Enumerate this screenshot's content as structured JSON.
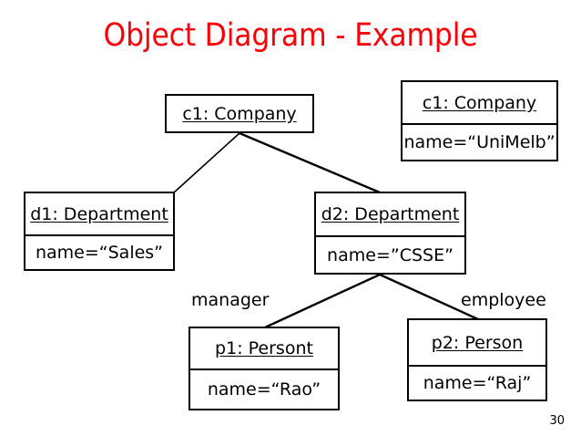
{
  "slide": {
    "title": "Object Diagram - Example",
    "title_color": "#fb0007",
    "number": "30",
    "background": "#ffffff",
    "line_color": "#000000"
  },
  "objects": {
    "c1_plain": {
      "instance": "c1: Company"
    },
    "c1_detail": {
      "instance": "c1: Company",
      "attribute": "name=“UniMelb”"
    },
    "d1": {
      "instance": "d1: Department",
      "attribute": "name=“Sales”"
    },
    "d2": {
      "instance": "d2: Department",
      "attribute": "name=”CSSE”"
    },
    "p1": {
      "instance": "p1: Persont",
      "attribute": "name=“Rao”"
    },
    "p2": {
      "instance": "p2: Person",
      "attribute": "name=“Raj”"
    }
  },
  "links": {
    "manager_label": "manager",
    "employee_label": "employee"
  }
}
